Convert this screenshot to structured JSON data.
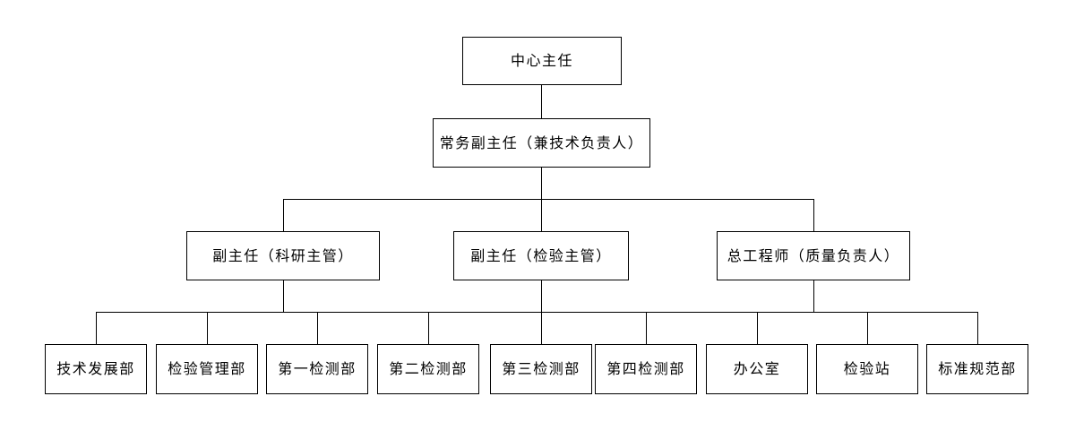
{
  "diagram": {
    "type": "org-chart",
    "background_color": "#ffffff",
    "line_color": "#000000",
    "box_border_color": "#000000",
    "text_color": "#000000",
    "nodes": {
      "level1": {
        "label": "中心主任"
      },
      "level2": {
        "label": "常务副主任（兼技术负责人）"
      },
      "level3": [
        {
          "label": "副主任（科研主管）"
        },
        {
          "label": "副主任（检验主管）"
        },
        {
          "label": "总工程师（质量负责人）"
        }
      ],
      "level4": [
        {
          "label": "技术发展部"
        },
        {
          "label": "检验管理部"
        },
        {
          "label": "第一检测部"
        },
        {
          "label": "第二检测部"
        },
        {
          "label": "第三检测部"
        },
        {
          "label": "第四检测部"
        },
        {
          "label": "办公室"
        },
        {
          "label": "检验站"
        },
        {
          "label": "标准规范部"
        }
      ]
    },
    "edges": [
      {
        "from": "中心主任",
        "to": "常务副主任（兼技术负责人）"
      },
      {
        "from": "常务副主任（兼技术负责人）",
        "to": "副主任（科研主管）"
      },
      {
        "from": "常务副主任（兼技术负责人）",
        "to": "副主任（检验主管）"
      },
      {
        "from": "常务副主任（兼技术负责人）",
        "to": "总工程师（质量负责人）"
      },
      {
        "from": "level3-row",
        "to": "技术发展部"
      },
      {
        "from": "level3-row",
        "to": "检验管理部"
      },
      {
        "from": "level3-row",
        "to": "第一检测部"
      },
      {
        "from": "level3-row",
        "to": "第二检测部"
      },
      {
        "from": "level3-row",
        "to": "第三检测部"
      },
      {
        "from": "level3-row",
        "to": "第四检测部"
      },
      {
        "from": "level3-row",
        "to": "办公室"
      },
      {
        "from": "level3-row",
        "to": "检验站"
      },
      {
        "from": "level3-row",
        "to": "标准规范部"
      }
    ]
  }
}
